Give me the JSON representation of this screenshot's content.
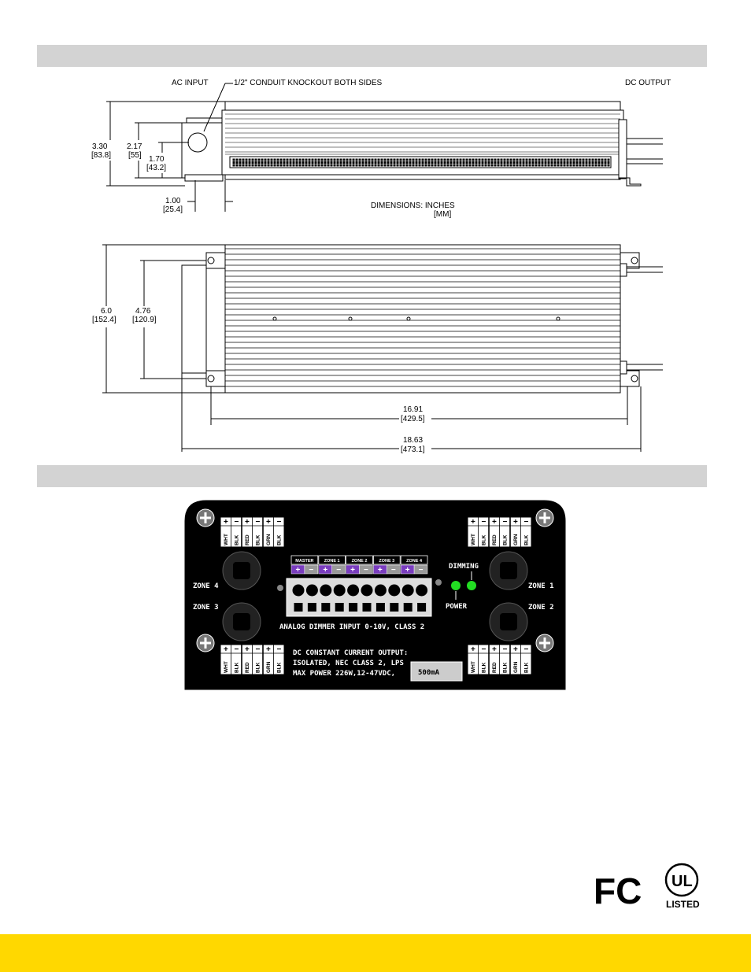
{
  "drawing": {
    "ac_input": "AC INPUT",
    "knockout": "1/2\" CONDUIT KNOCKOUT BOTH SIDES",
    "dc_output": "DC OUTPUT",
    "height_in": "3.30",
    "height_mm": "[83.8]",
    "dim_217": "2.17",
    "dim_217_mm": "[55]",
    "dim_170": "1.70",
    "dim_170_mm": "[43.2]",
    "dim_100": "1.00",
    "dim_100_mm": "[25.4]",
    "units_line1": "DIMENSIONS: INCHES",
    "units_line2": "[MM]",
    "width_in": "6.0",
    "width_mm": "[152.4]",
    "dim_476": "4.76",
    "dim_476_mm": "[120.9]",
    "dim_1691": "16.91",
    "dim_1691_mm": "[429.5]",
    "dim_1863": "18.63",
    "dim_1863_mm": "[473.1]"
  },
  "panel": {
    "wire_signs": [
      "+",
      "−",
      "+",
      "−",
      "+",
      "−"
    ],
    "wire_colors": [
      "WHT",
      "BLK",
      "RED",
      "BLK",
      "GRN",
      "BLK"
    ],
    "zone_tabs": [
      "MASTER",
      "ZONE 1",
      "ZONE 2",
      "ZONE 3",
      "ZONE 4"
    ],
    "zone1": "ZONE 1",
    "zone2": "ZONE 2",
    "zone3": "ZONE 3",
    "zone4": "ZONE 4",
    "dimming": "DIMMING",
    "power": "POWER",
    "analog": "ANALOG DIMMER INPUT 0-10V, CLASS 2",
    "dc_line1": "DC CONSTANT CURRENT OUTPUT:",
    "dc_line2": "ISOLATED, NEC CLASS 2, LPS",
    "dc_line3": "MAX POWER 226W,12-47VDC,",
    "current": "500mA"
  },
  "logos": {
    "fc": "FC",
    "ul": "UL",
    "listed": "LISTED"
  },
  "colors": {
    "header_bar": "#d3d3d3",
    "footer_bar": "#ffd800",
    "panel": "#000000",
    "led": "#22dd22",
    "terminal_purple": "#7a3dbf",
    "terminal_gray": "#9a9a9a"
  }
}
